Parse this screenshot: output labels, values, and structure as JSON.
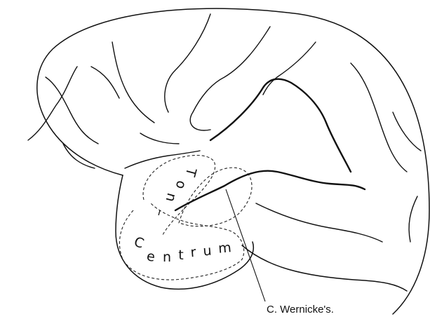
{
  "labels": {
    "ton": [
      "T",
      "o",
      "n",
      "–"
    ],
    "centrum": [
      "C",
      "e",
      "n",
      "t",
      "r",
      "u",
      "m"
    ],
    "wernicke": "C. Wernicke's."
  }
}
